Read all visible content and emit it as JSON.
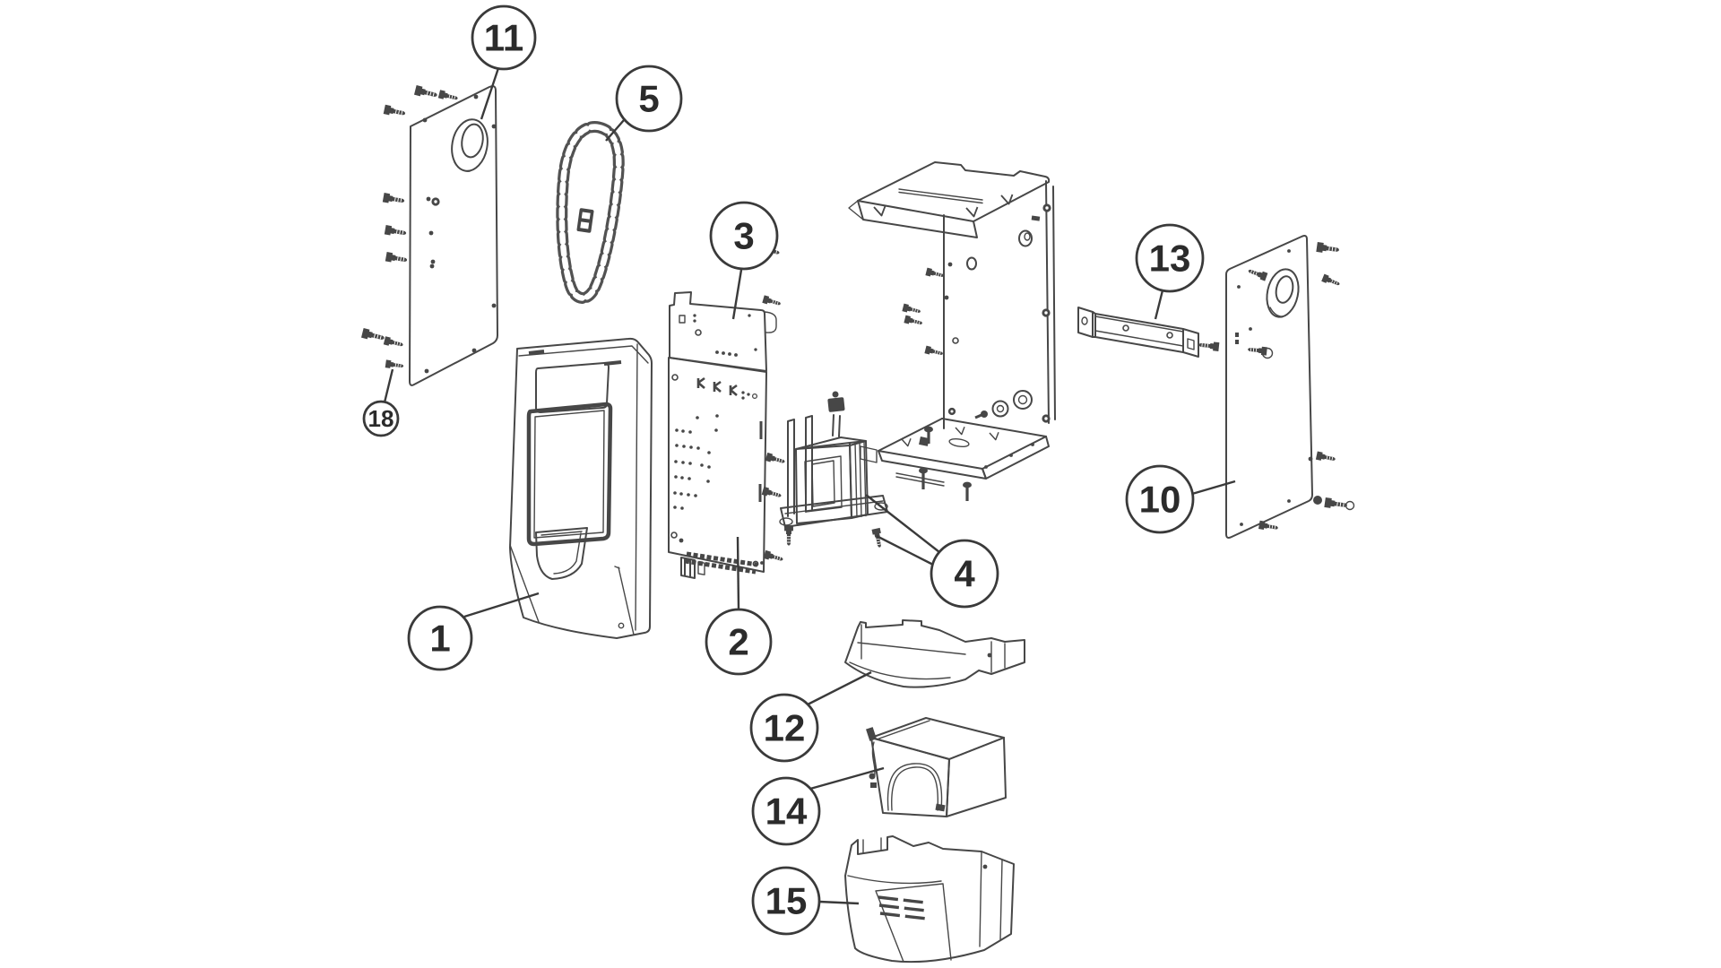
{
  "figure": {
    "kind": "exploded-parts-diagram",
    "background": "#ffffff",
    "line_color": "#474747",
    "callout_text_color": "#2b2b2b"
  },
  "callouts": [
    {
      "label": "1"
    },
    {
      "label": "2"
    },
    {
      "label": "3"
    },
    {
      "label": "4"
    },
    {
      "label": "5"
    },
    {
      "label": "10"
    },
    {
      "label": "11"
    },
    {
      "label": "12"
    },
    {
      "label": "13"
    },
    {
      "label": "14"
    },
    {
      "label": "15"
    },
    {
      "label": "18"
    }
  ]
}
